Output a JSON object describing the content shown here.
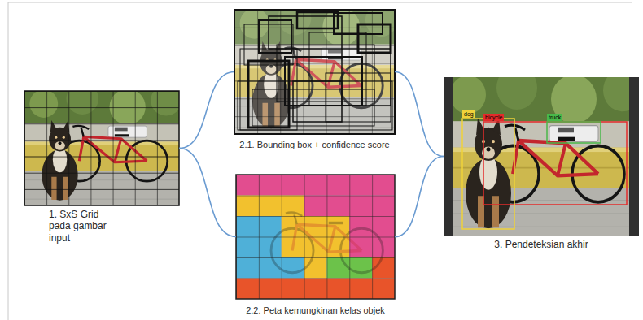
{
  "diagram": {
    "nodes": [
      {
        "text": [
          "1. SxS Grid pada gambar input"
        ]
      },
      {
        "text": [
          "2.1. Bounding box + confidence score"
        ]
      },
      {
        "text": [
          "2.2. Peta kemungkinan kelas objek"
        ]
      },
      {
        "text": [
          "3. Pendeteksian akhir"
        ]
      }
    ],
    "edges": [
      {
        "from": 0,
        "to": 1,
        "arrow": "none"
      },
      {
        "from": 0,
        "to": 2,
        "arrow": "none"
      },
      {
        "from": 1,
        "to": 3,
        "arrow": "none"
      },
      {
        "from": 2,
        "to": 3,
        "arrow": "none"
      }
    ],
    "labels": [
      "bicycle",
      "dog",
      "truck"
    ]
  }
}
